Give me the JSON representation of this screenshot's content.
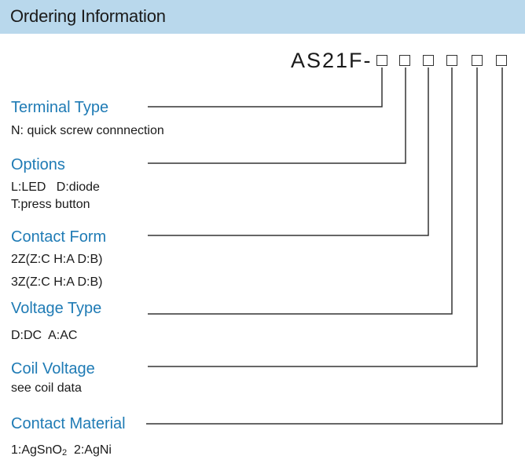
{
  "header": {
    "title": "Ordering Information"
  },
  "model": {
    "prefix": "AS21F-"
  },
  "sections": [
    {
      "heading": "Terminal Type",
      "lines": [
        "N: quick screw connnection"
      ]
    },
    {
      "heading": "Options",
      "lines": [
        "L:LED   D:diode",
        "T:press button"
      ]
    },
    {
      "heading": "Contact Form",
      "lines": [
        "2Z(Z:C H:A D:B)",
        "3Z(Z:C H:A D:B)"
      ]
    },
    {
      "heading": "Voltage Type",
      "lines": [
        "D:DC  A:AC"
      ]
    },
    {
      "heading": "Coil Voltage",
      "lines": [
        "see coil data"
      ]
    },
    {
      "heading": "Contact Material",
      "lines": [
        "1:AgSnO",
        "2",
        "2:AgNi"
      ]
    }
  ],
  "colors": {
    "header_bg": "#b9d8ec",
    "heading": "#1f7bb5",
    "text": "#1a1a1a",
    "line": "#333333"
  }
}
